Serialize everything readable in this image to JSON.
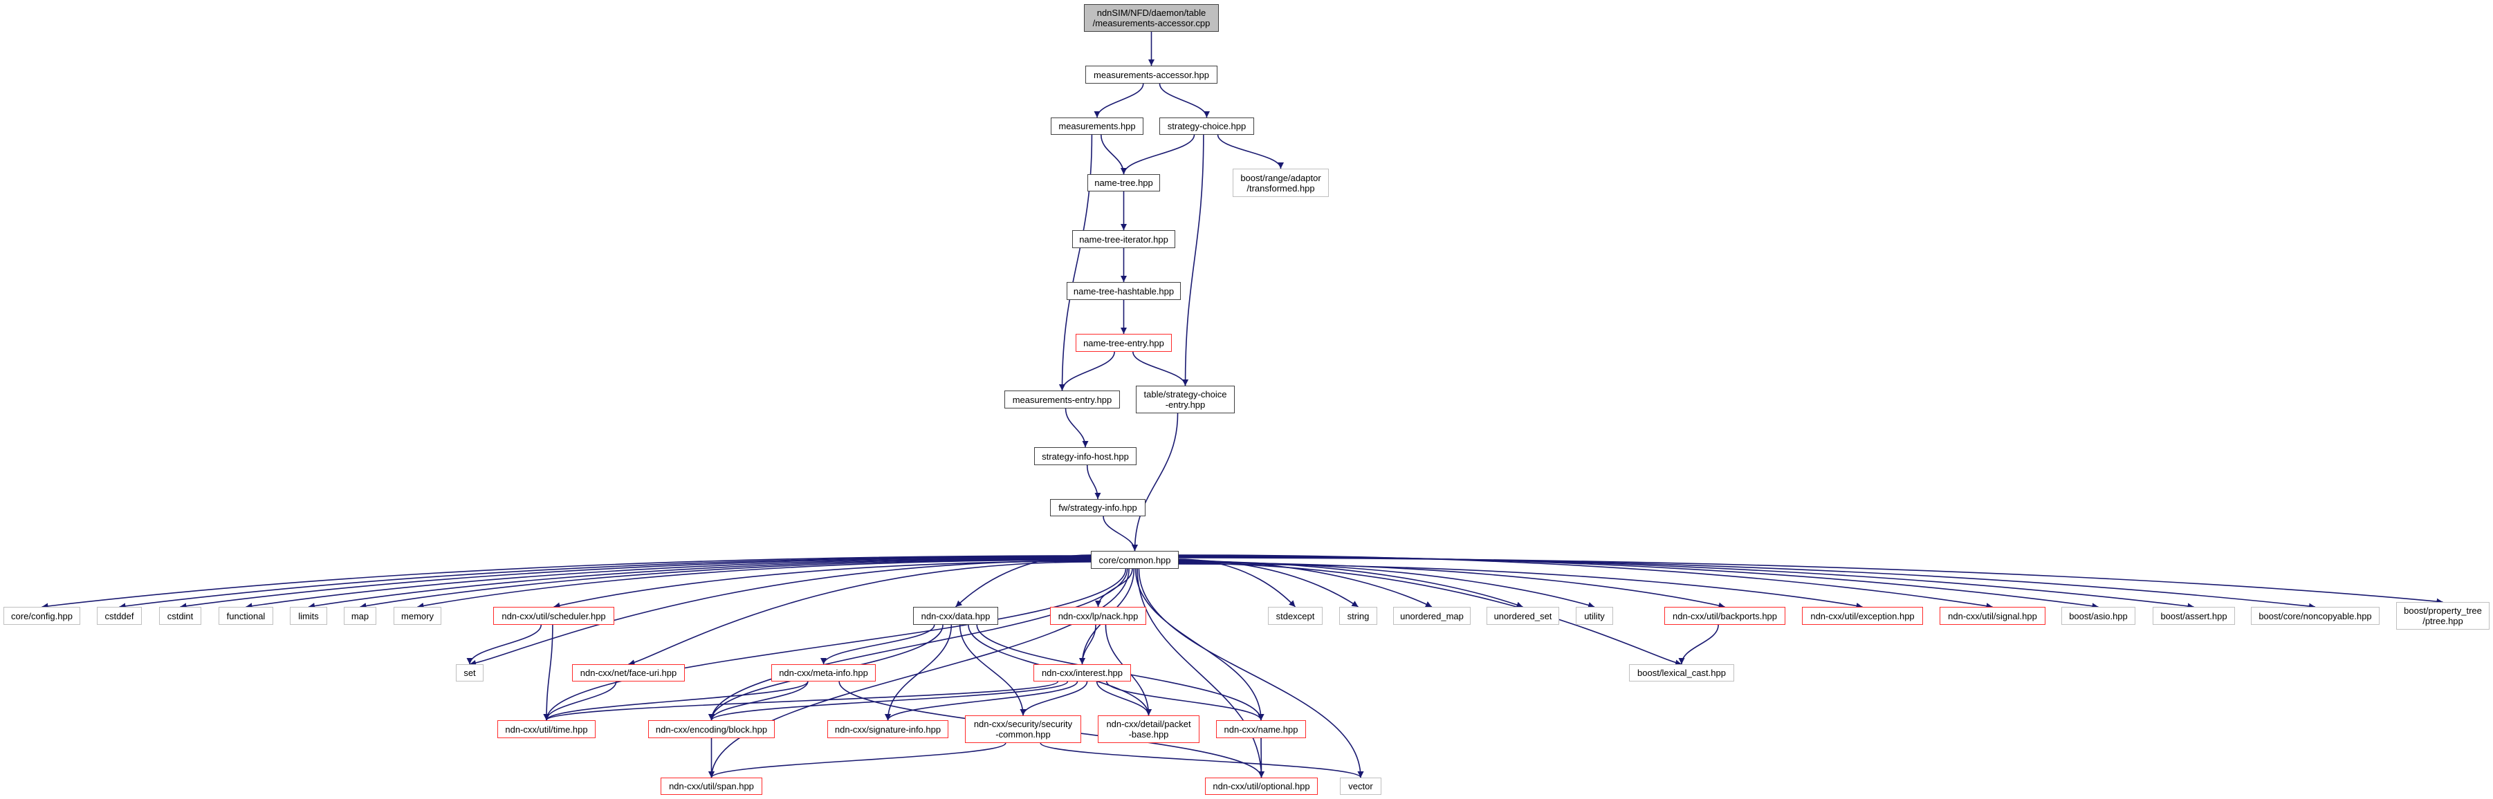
{
  "colors": {
    "edge": "#191970",
    "red_border": "#ff2a2a",
    "gray_border": "#bfbfbf",
    "root_fill": "#bfbfbf",
    "border": "#404040"
  },
  "nodes": {
    "root": {
      "label": "ndnSIM/NFD/daemon/table\n/measurements-accessor.cpp",
      "kind": "root"
    },
    "ma": {
      "label": "measurements-accessor.hpp",
      "kind": "normal"
    },
    "meas": {
      "label": "measurements.hpp",
      "kind": "normal"
    },
    "sc": {
      "label": "strategy-choice.hpp",
      "kind": "normal"
    },
    "nt": {
      "label": "name-tree.hpp",
      "kind": "normal"
    },
    "bt": {
      "label": "boost/range/adaptor\n/transformed.hpp",
      "kind": "gray"
    },
    "nti": {
      "label": "name-tree-iterator.hpp",
      "kind": "normal"
    },
    "nth": {
      "label": "name-tree-hashtable.hpp",
      "kind": "normal"
    },
    "nte": {
      "label": "name-tree-entry.hpp",
      "kind": "red"
    },
    "me": {
      "label": "measurements-entry.hpp",
      "kind": "normal"
    },
    "sce": {
      "label": "table/strategy-choice\n-entry.hpp",
      "kind": "normal"
    },
    "sih": {
      "label": "strategy-info-host.hpp",
      "kind": "normal"
    },
    "fwsi": {
      "label": "fw/strategy-info.hpp",
      "kind": "normal"
    },
    "common": {
      "label": "core/common.hpp",
      "kind": "normal"
    },
    "config": {
      "label": "core/config.hpp",
      "kind": "gray"
    },
    "cstddef": {
      "label": "cstddef",
      "kind": "gray"
    },
    "cstdint": {
      "label": "cstdint",
      "kind": "gray"
    },
    "functional": {
      "label": "functional",
      "kind": "gray"
    },
    "limits": {
      "label": "limits",
      "kind": "gray"
    },
    "map": {
      "label": "map",
      "kind": "gray"
    },
    "memory": {
      "label": "memory",
      "kind": "gray"
    },
    "scheduler": {
      "label": "ndn-cxx/util/scheduler.hpp",
      "kind": "red"
    },
    "data": {
      "label": "ndn-cxx/data.hpp",
      "kind": "normal"
    },
    "nack": {
      "label": "ndn-cxx/lp/nack.hpp",
      "kind": "red"
    },
    "stdexcept": {
      "label": "stdexcept",
      "kind": "gray"
    },
    "string": {
      "label": "string",
      "kind": "gray"
    },
    "umap": {
      "label": "unordered_map",
      "kind": "gray"
    },
    "uset": {
      "label": "unordered_set",
      "kind": "gray"
    },
    "utility": {
      "label": "utility",
      "kind": "gray"
    },
    "backports": {
      "label": "ndn-cxx/util/backports.hpp",
      "kind": "red"
    },
    "exception": {
      "label": "ndn-cxx/util/exception.hpp",
      "kind": "red"
    },
    "signal": {
      "label": "ndn-cxx/util/signal.hpp",
      "kind": "red"
    },
    "asio": {
      "label": "boost/asio.hpp",
      "kind": "gray"
    },
    "assert": {
      "label": "boost/assert.hpp",
      "kind": "gray"
    },
    "noncopyable": {
      "label": "boost/core/noncopyable.hpp",
      "kind": "gray"
    },
    "ptree": {
      "label": "boost/property_tree\n/ptree.hpp",
      "kind": "gray"
    },
    "set": {
      "label": "set",
      "kind": "gray"
    },
    "faceuri": {
      "label": "ndn-cxx/net/face-uri.hpp",
      "kind": "red"
    },
    "metainfo": {
      "label": "ndn-cxx/meta-info.hpp",
      "kind": "red"
    },
    "interest": {
      "label": "ndn-cxx/interest.hpp",
      "kind": "red"
    },
    "lexical": {
      "label": "boost/lexical_cast.hpp",
      "kind": "gray"
    },
    "time": {
      "label": "ndn-cxx/util/time.hpp",
      "kind": "red"
    },
    "block": {
      "label": "ndn-cxx/encoding/block.hpp",
      "kind": "red"
    },
    "siginfo": {
      "label": "ndn-cxx/signature-info.hpp",
      "kind": "red"
    },
    "seccommon": {
      "label": "ndn-cxx/security/security\n-common.hpp",
      "kind": "red"
    },
    "packetbase": {
      "label": "ndn-cxx/detail/packet\n-base.hpp",
      "kind": "red"
    },
    "name": {
      "label": "ndn-cxx/name.hpp",
      "kind": "red"
    },
    "span": {
      "label": "ndn-cxx/util/span.hpp",
      "kind": "red"
    },
    "optional": {
      "label": "ndn-cxx/util/optional.hpp",
      "kind": "red"
    },
    "vector": {
      "label": "vector",
      "kind": "gray"
    }
  },
  "edges": [
    [
      "root",
      "ma"
    ],
    [
      "ma",
      "meas"
    ],
    [
      "ma",
      "sc"
    ],
    [
      "meas",
      "nt"
    ],
    [
      "meas",
      "me"
    ],
    [
      "sc",
      "nt"
    ],
    [
      "sc",
      "bt"
    ],
    [
      "sc",
      "sce"
    ],
    [
      "nt",
      "nti"
    ],
    [
      "nti",
      "nth"
    ],
    [
      "nth",
      "nte"
    ],
    [
      "nte",
      "me"
    ],
    [
      "nte",
      "sce"
    ],
    [
      "me",
      "sih"
    ],
    [
      "sih",
      "fwsi"
    ],
    [
      "fwsi",
      "common"
    ],
    [
      "sce",
      "common"
    ],
    [
      "common",
      "config"
    ],
    [
      "common",
      "cstddef"
    ],
    [
      "common",
      "cstdint"
    ],
    [
      "common",
      "functional"
    ],
    [
      "common",
      "limits"
    ],
    [
      "common",
      "map"
    ],
    [
      "common",
      "memory"
    ],
    [
      "common",
      "set"
    ],
    [
      "common",
      "scheduler"
    ],
    [
      "common",
      "faceuri"
    ],
    [
      "common",
      "time"
    ],
    [
      "common",
      "block"
    ],
    [
      "common",
      "span"
    ],
    [
      "common",
      "data"
    ],
    [
      "common",
      "nack"
    ],
    [
      "common",
      "interest"
    ],
    [
      "common",
      "name"
    ],
    [
      "common",
      "optional"
    ],
    [
      "common",
      "vector"
    ],
    [
      "common",
      "stdexcept"
    ],
    [
      "common",
      "string"
    ],
    [
      "common",
      "umap"
    ],
    [
      "common",
      "uset"
    ],
    [
      "common",
      "utility"
    ],
    [
      "common",
      "backports"
    ],
    [
      "common",
      "lexical"
    ],
    [
      "common",
      "exception"
    ],
    [
      "common",
      "signal"
    ],
    [
      "common",
      "asio"
    ],
    [
      "common",
      "assert"
    ],
    [
      "common",
      "noncopyable"
    ],
    [
      "common",
      "ptree"
    ],
    [
      "scheduler",
      "set"
    ],
    [
      "scheduler",
      "time"
    ],
    [
      "faceuri",
      "time"
    ],
    [
      "metainfo",
      "time"
    ],
    [
      "metainfo",
      "block"
    ],
    [
      "metainfo",
      "optional"
    ],
    [
      "data",
      "metainfo"
    ],
    [
      "data",
      "block"
    ],
    [
      "data",
      "siginfo"
    ],
    [
      "data",
      "seccommon"
    ],
    [
      "data",
      "packetbase"
    ],
    [
      "data",
      "name"
    ],
    [
      "nack",
      "interest"
    ],
    [
      "nack",
      "packetbase"
    ],
    [
      "interest",
      "time"
    ],
    [
      "interest",
      "block"
    ],
    [
      "interest",
      "siginfo"
    ],
    [
      "interest",
      "seccommon"
    ],
    [
      "interest",
      "packetbase"
    ],
    [
      "interest",
      "name"
    ],
    [
      "seccommon",
      "span"
    ],
    [
      "seccommon",
      "vector"
    ],
    [
      "block",
      "span"
    ],
    [
      "name",
      "optional"
    ],
    [
      "backports",
      "lexical"
    ]
  ]
}
